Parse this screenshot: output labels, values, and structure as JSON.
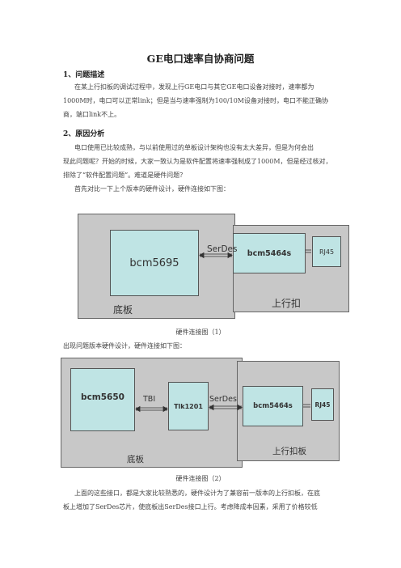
{
  "title": "GE电口速率自协商问题",
  "s1": {
    "heading": "1、问题描述",
    "lines": [
      "在某上行扣板的调试过程中，发现上行GE电口与其它GE电口设备对接时，速率都为",
      "1000M时，电口可以正常link；但是当与速率强制为100/10M设备对接时，电口不能正确协",
      "商，端口link不上。"
    ]
  },
  "s2": {
    "heading": "2、原因分析",
    "lines": [
      "电口使用已比较成熟，与以前使用过的单板设计架构也没有太大差异，但是为何会出",
      "现此问题呢？开始的时候，大家一致认为是软件配置将速率强制成了1000M，但是经过核对，",
      "排除了“软件配置问题”。难道是硬件问题？",
      "首先对比一下上个版本的硬件设计，硬件连接如下图："
    ]
  },
  "diagram1": {
    "chip_a": "bcm5695",
    "link": "SerDes",
    "chip_b": "bcm5464s",
    "chip_c": "RJ45",
    "board_left": "底板",
    "board_right": "上行扣",
    "caption": "硬件连接图（1）"
  },
  "mid_line": "出现问题版本硬件设计，硬件连接如下图：",
  "diagram2": {
    "chip_a": "bcm5650",
    "link1": "TBI",
    "chip_mid": "Tlk1201",
    "link2": "SerDes",
    "chip_b": "bcm5464s",
    "chip_c": "RJ45",
    "board_left": "底板",
    "board_right": "上行扣板",
    "caption": "硬件连接图（2）"
  },
  "tail": [
    "上面的这些接口，都是大家比较熟悉的，硬件设计为了兼容前一版本的上行扣板，在底",
    "板上增加了SerDes芯片，使底板出SerDes接口上行。考虑降成本因素，采用了价格较低"
  ]
}
